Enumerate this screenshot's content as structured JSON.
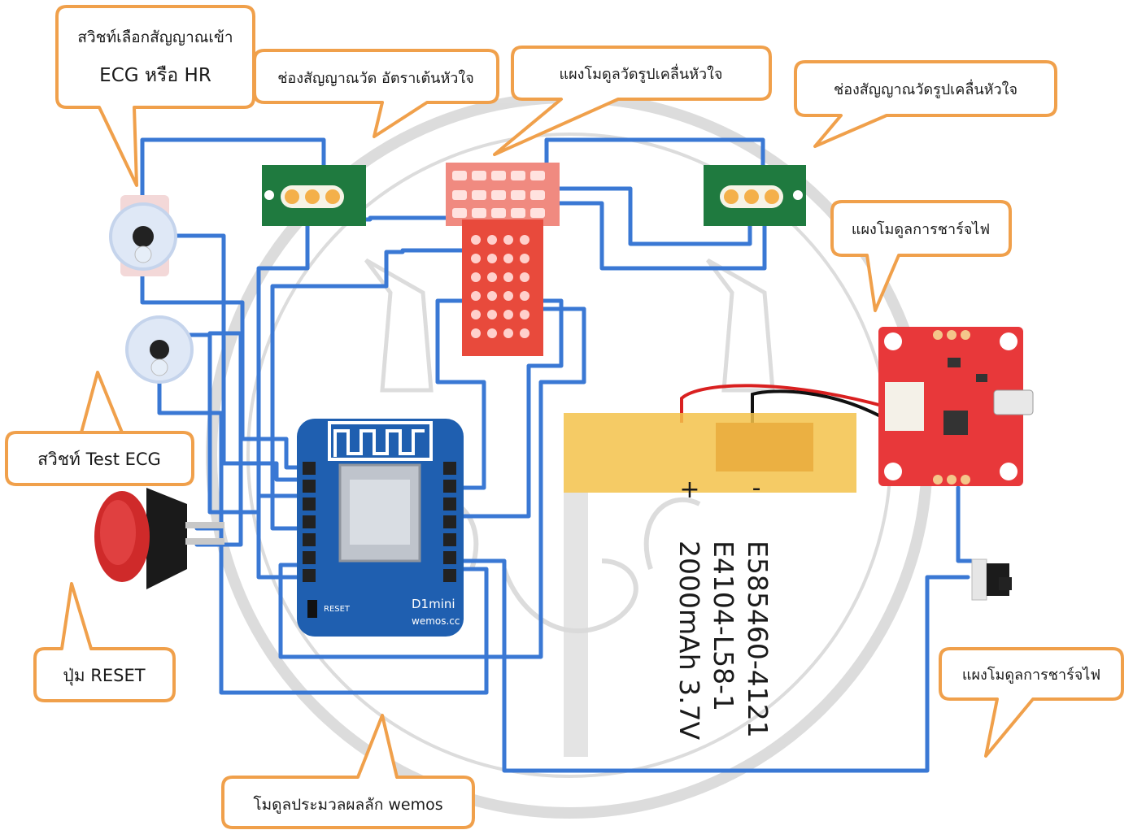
{
  "callouts": {
    "switch_select_line1": "สวิชท์เลือกสัญญาณเข้า",
    "switch_select_line2": "ECG หรือ HR",
    "hr_channel": "ช่องสัญญาณวัด อัตราเต้นหัวใจ",
    "ecg_board": "แผงโมดูลวัดรูปเคลื่นหัวใจ",
    "ecg_channel": "ช่องสัญญาณวัดรูปเคลื่นหัวใจ",
    "charger_top": "แผงโมดูลการชาร์จไฟ",
    "test_switch": "สวิชท์ Test ECG",
    "reset_button": "ปุ่ม RESET",
    "charger_bottom": "แผงโมดูลการชาร์จไฟ",
    "wemos_module": "โมดูลประมวลผลลัก wemos"
  },
  "battery": {
    "line1": "E585460-4121",
    "line2": "E4104-L58-1",
    "line3": "2000mAh 3.7V",
    "plus": "+",
    "minus": "-"
  },
  "wemos": {
    "model": "D1mini",
    "site": "wemos.cc",
    "reset": "RESET"
  },
  "colors": {
    "callout_border": "#f0a04b",
    "wire": "#3a78d4",
    "pcb_green": "#1f7a3f",
    "proto_red": "#e84a3c",
    "wemos_blue": "#1f5fb0",
    "battery_yellow": "#f3c24a",
    "charger_red": "#e8383a",
    "button_red": "#d42a2a"
  }
}
